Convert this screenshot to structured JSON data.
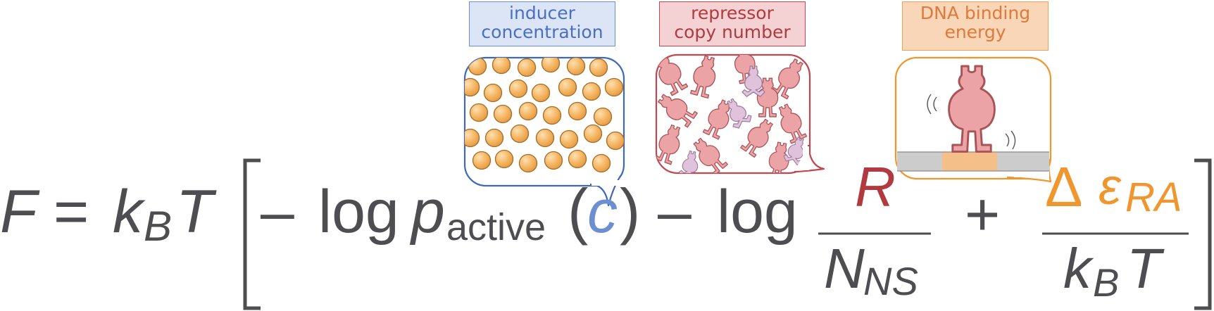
{
  "labels": {
    "inducer": [
      "inducer",
      "concentration"
    ],
    "repressor": [
      "repressor",
      "copy number"
    ],
    "dna": [
      "DNA binding",
      "energy"
    ]
  },
  "equation": {
    "F": "F",
    "eq": "=",
    "k": "k",
    "B1": "B",
    "T1": "T",
    "minus1": "–",
    "log1": "log",
    "p": "p",
    "active": "active",
    "lparen": "(",
    "c": "c",
    "rparen": ")",
    "minus2": "–",
    "log2": "log",
    "R": "R",
    "N": "N",
    "NS": "NS",
    "plus": "+",
    "delta": "Δ",
    "eps": "ε",
    "RA": "RA",
    "k2": "k",
    "B2": "B",
    "T2": "T"
  },
  "colors": {
    "text": "#4d4d52",
    "inducer": "#6b8fd0",
    "repressor": "#b03a40",
    "energy": "#f0962e",
    "inducer_ball": "#f6b968",
    "repressor_fill": "#eca3a6",
    "inactive_fill": "#e1c2dc",
    "dna_grey": "#cccccc",
    "dna_site": "#f5bf8a"
  }
}
